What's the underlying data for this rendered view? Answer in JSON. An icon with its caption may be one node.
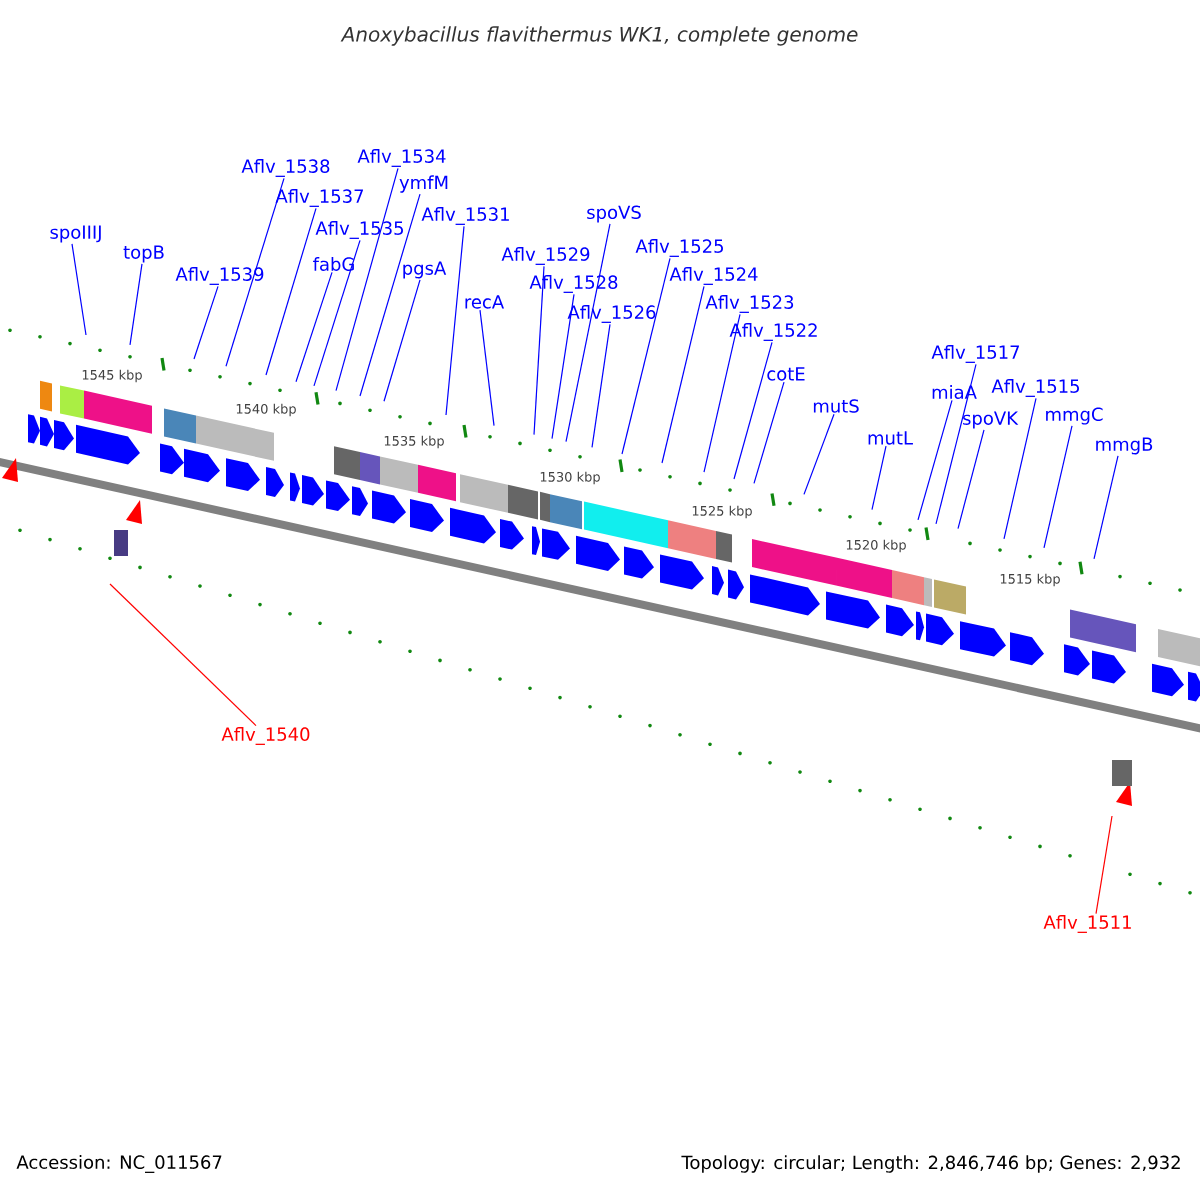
{
  "diagram": {
    "title": "Anoxybacillus flavithermus WK1, complete genome",
    "nodes": [
      {
        "text": [
          "spoIIIJ"
        ]
      },
      {
        "text": [
          "topB"
        ]
      },
      {
        "text": [
          "Aflv_1539"
        ]
      },
      {
        "text": [
          "Aflv_1538"
        ]
      },
      {
        "text": [
          "Aflv_1537"
        ]
      },
      {
        "text": [
          "Aflv_1535"
        ]
      },
      {
        "text": [
          "fabG"
        ]
      },
      {
        "text": [
          "Aflv_1534"
        ]
      },
      {
        "text": [
          "ymfM"
        ]
      },
      {
        "text": [
          "Aflv_1531"
        ]
      },
      {
        "text": [
          "pgsA"
        ]
      },
      {
        "text": [
          "recA"
        ]
      },
      {
        "text": [
          "Aflv_1529"
        ]
      },
      {
        "text": [
          "Aflv_1528"
        ]
      },
      {
        "text": [
          "spoVS"
        ]
      },
      {
        "text": [
          "Aflv_1526"
        ]
      },
      {
        "text": [
          "Aflv_1525"
        ]
      },
      {
        "text": [
          "Aflv_1524"
        ]
      },
      {
        "text": [
          "Aflv_1523"
        ]
      },
      {
        "text": [
          "Aflv_1522"
        ]
      },
      {
        "text": [
          "cotE"
        ]
      },
      {
        "text": [
          "mutS"
        ]
      },
      {
        "text": [
          "mutL"
        ]
      },
      {
        "text": [
          "Aflv_1517"
        ]
      },
      {
        "text": [
          "miaA"
        ]
      },
      {
        "text": [
          "spoVK"
        ]
      },
      {
        "text": [
          "Aflv_1515"
        ]
      },
      {
        "text": [
          "mmgC"
        ]
      },
      {
        "text": [
          "mmgB"
        ]
      },
      {
        "text": [
          "Aflv_1540"
        ]
      },
      {
        "text": [
          "Aflv_1511"
        ]
      }
    ],
    "edges": [
      {
        "from": 0,
        "to": null,
        "arrow": "none"
      },
      {
        "from": 1,
        "to": null,
        "arrow": "none"
      },
      {
        "from": 2,
        "to": null,
        "arrow": "none"
      },
      {
        "from": 3,
        "to": null,
        "arrow": "none"
      },
      {
        "from": 4,
        "to": null,
        "arrow": "none"
      },
      {
        "from": 5,
        "to": null,
        "arrow": "none"
      },
      {
        "from": 6,
        "to": null,
        "arrow": "none"
      },
      {
        "from": 7,
        "to": null,
        "arrow": "none"
      },
      {
        "from": 8,
        "to": null,
        "arrow": "none"
      },
      {
        "from": 9,
        "to": null,
        "arrow": "none"
      },
      {
        "from": 10,
        "to": null,
        "arrow": "none"
      },
      {
        "from": 11,
        "to": null,
        "arrow": "none"
      },
      {
        "from": 12,
        "to": null,
        "arrow": "none"
      },
      {
        "from": 13,
        "to": null,
        "arrow": "none"
      },
      {
        "from": 14,
        "to": null,
        "arrow": "none"
      },
      {
        "from": 15,
        "to": null,
        "arrow": "none"
      },
      {
        "from": 16,
        "to": null,
        "arrow": "none"
      },
      {
        "from": 17,
        "to": null,
        "arrow": "none"
      },
      {
        "from": 18,
        "to": null,
        "arrow": "none"
      },
      {
        "from": 19,
        "to": null,
        "arrow": "none"
      },
      {
        "from": 20,
        "to": null,
        "arrow": "none"
      },
      {
        "from": 21,
        "to": null,
        "arrow": "none"
      },
      {
        "from": 22,
        "to": null,
        "arrow": "none"
      },
      {
        "from": 23,
        "to": null,
        "arrow": "none"
      },
      {
        "from": 24,
        "to": null,
        "arrow": "none"
      },
      {
        "from": 25,
        "to": null,
        "arrow": "none"
      },
      {
        "from": 26,
        "to": null,
        "arrow": "none"
      },
      {
        "from": 27,
        "to": null,
        "arrow": "none"
      },
      {
        "from": 28,
        "to": null,
        "arrow": "none"
      },
      {
        "from": 29,
        "to": null,
        "arrow": "none",
        "color": "#ff0000"
      },
      {
        "from": 30,
        "to": null,
        "arrow": "none",
        "color": "#ff0000"
      }
    ],
    "labels": [
      "1545 kbp",
      "1540 kbp",
      "1535 kbp",
      "1530 kbp",
      "1525 kbp",
      "1520 kbp",
      "1515 kbp",
      "Accession: NC_011567",
      "Topology: circular; Length: 2,846,746 bp; Genes: 2,932"
    ]
  }
}
